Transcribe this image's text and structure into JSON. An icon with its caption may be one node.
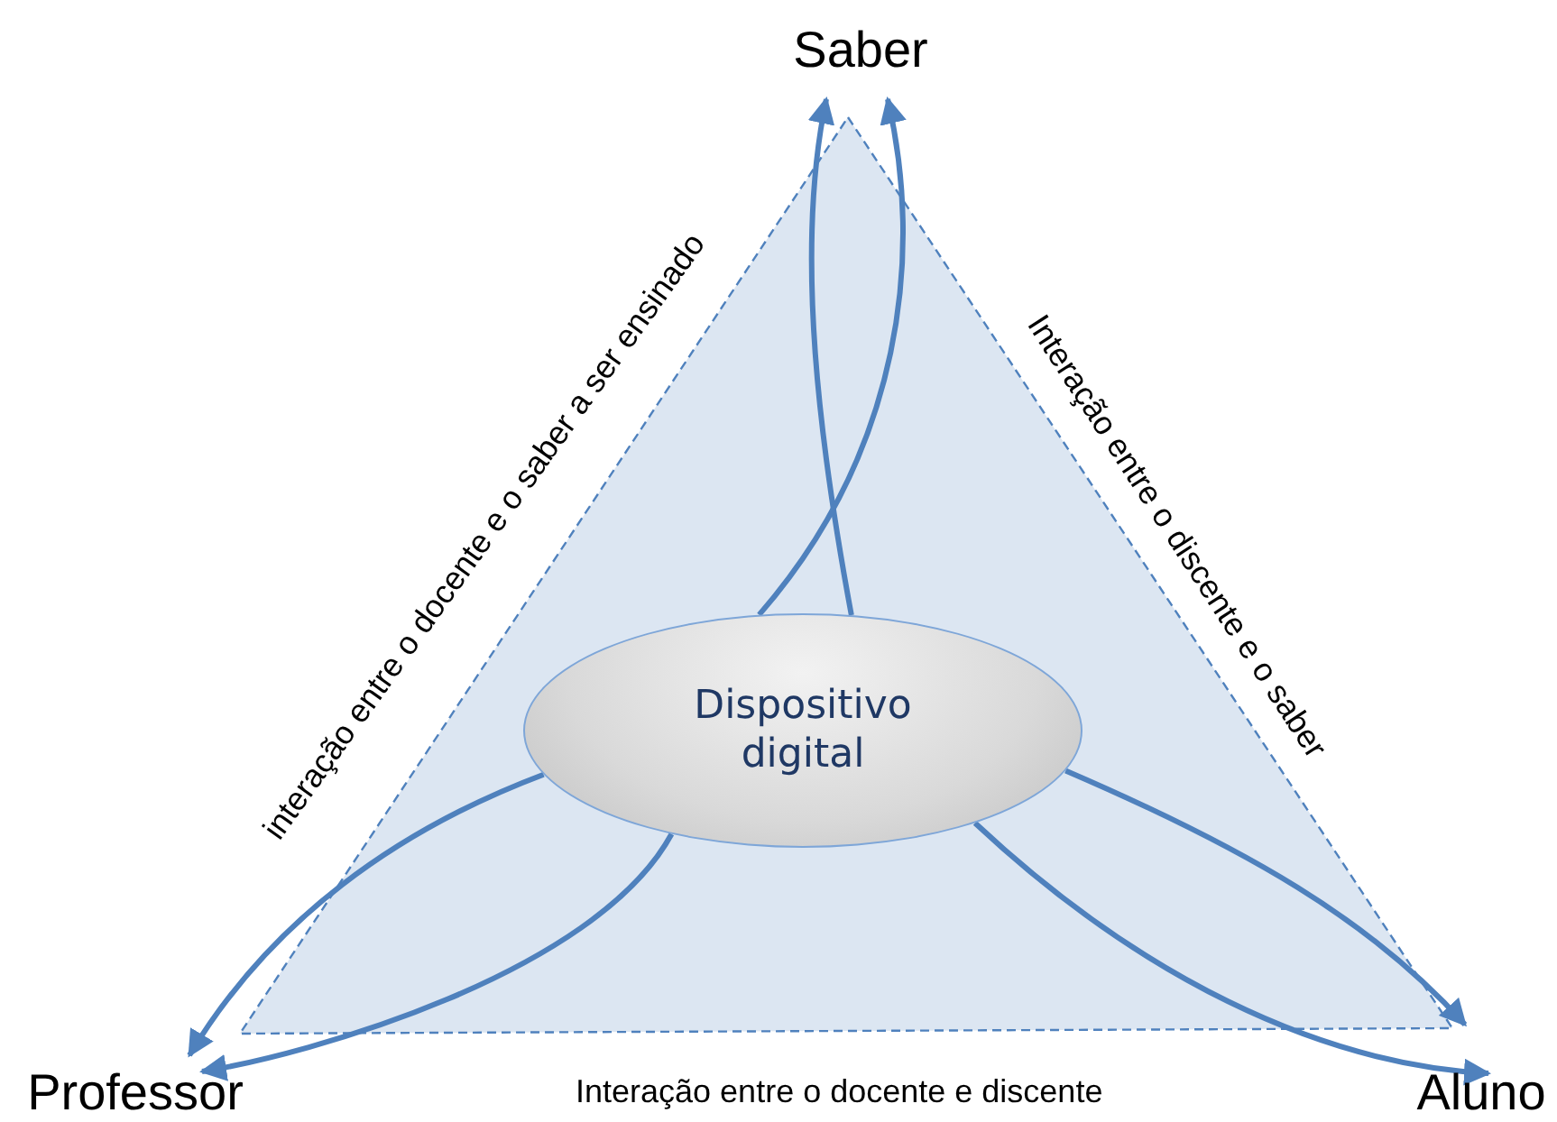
{
  "diagram": {
    "nodes": [
      {
        "text": [
          "Saber"
        ]
      },
      {
        "text": [
          "Professor"
        ]
      },
      {
        "text": [
          "Aluno"
        ]
      },
      {
        "text": [
          "Dispositivo digital"
        ]
      }
    ],
    "edges": [
      {
        "from": 3,
        "to": 0,
        "arrow": "to"
      },
      {
        "from": 3,
        "to": 0,
        "arrow": "to"
      },
      {
        "from": 3,
        "to": 1,
        "arrow": "to"
      },
      {
        "from": 3,
        "to": 1,
        "arrow": "to"
      },
      {
        "from": 3,
        "to": 2,
        "arrow": "to"
      },
      {
        "from": 3,
        "to": 2,
        "arrow": "to"
      }
    ],
    "labels": [
      "interação entre o docente e o saber a ser ensinado",
      "Interação entre o discente e o saber",
      "Interação entre o docente e discente"
    ]
  }
}
